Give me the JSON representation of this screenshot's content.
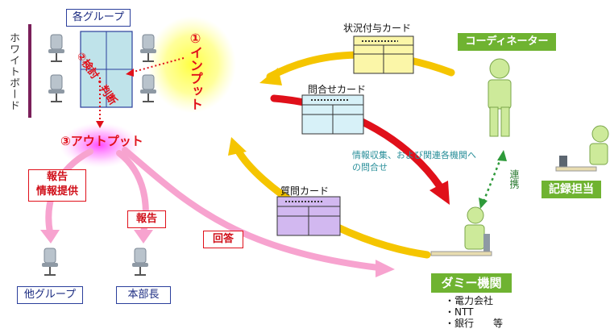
{
  "whiteboard_label": "ホワイトボード",
  "group_box": "各グループ",
  "step_input": "①インプット",
  "step_check": "②検討・判断",
  "step_output": "③アウトプット",
  "cards": {
    "status": "状況付与カード",
    "inquiry": "問合せカード",
    "question": "質問カード"
  },
  "coordinator": "コーディネーター",
  "recorder": "記録担当",
  "cooperation": "連携",
  "info_note": "情報収集、および関連各機関への問合せ",
  "dummy_org": "ダミー機関",
  "dummy_list": [
    "・電力会社",
    "・NTT",
    "・銀行　　等"
  ],
  "labels": {
    "report_info": "報告\n情報提供",
    "report": "報告",
    "answer": "回答"
  },
  "other_group": "他グループ",
  "hq_chief": "本部長",
  "colors": {
    "yellow_arrow": "#f5c500",
    "red_arrow": "#e0101a",
    "pink_arrow": "#f7a3cf",
    "figure_green": "#cdea9a",
    "label_green": "#6fb331",
    "table_blue": "#bfe3ea"
  }
}
